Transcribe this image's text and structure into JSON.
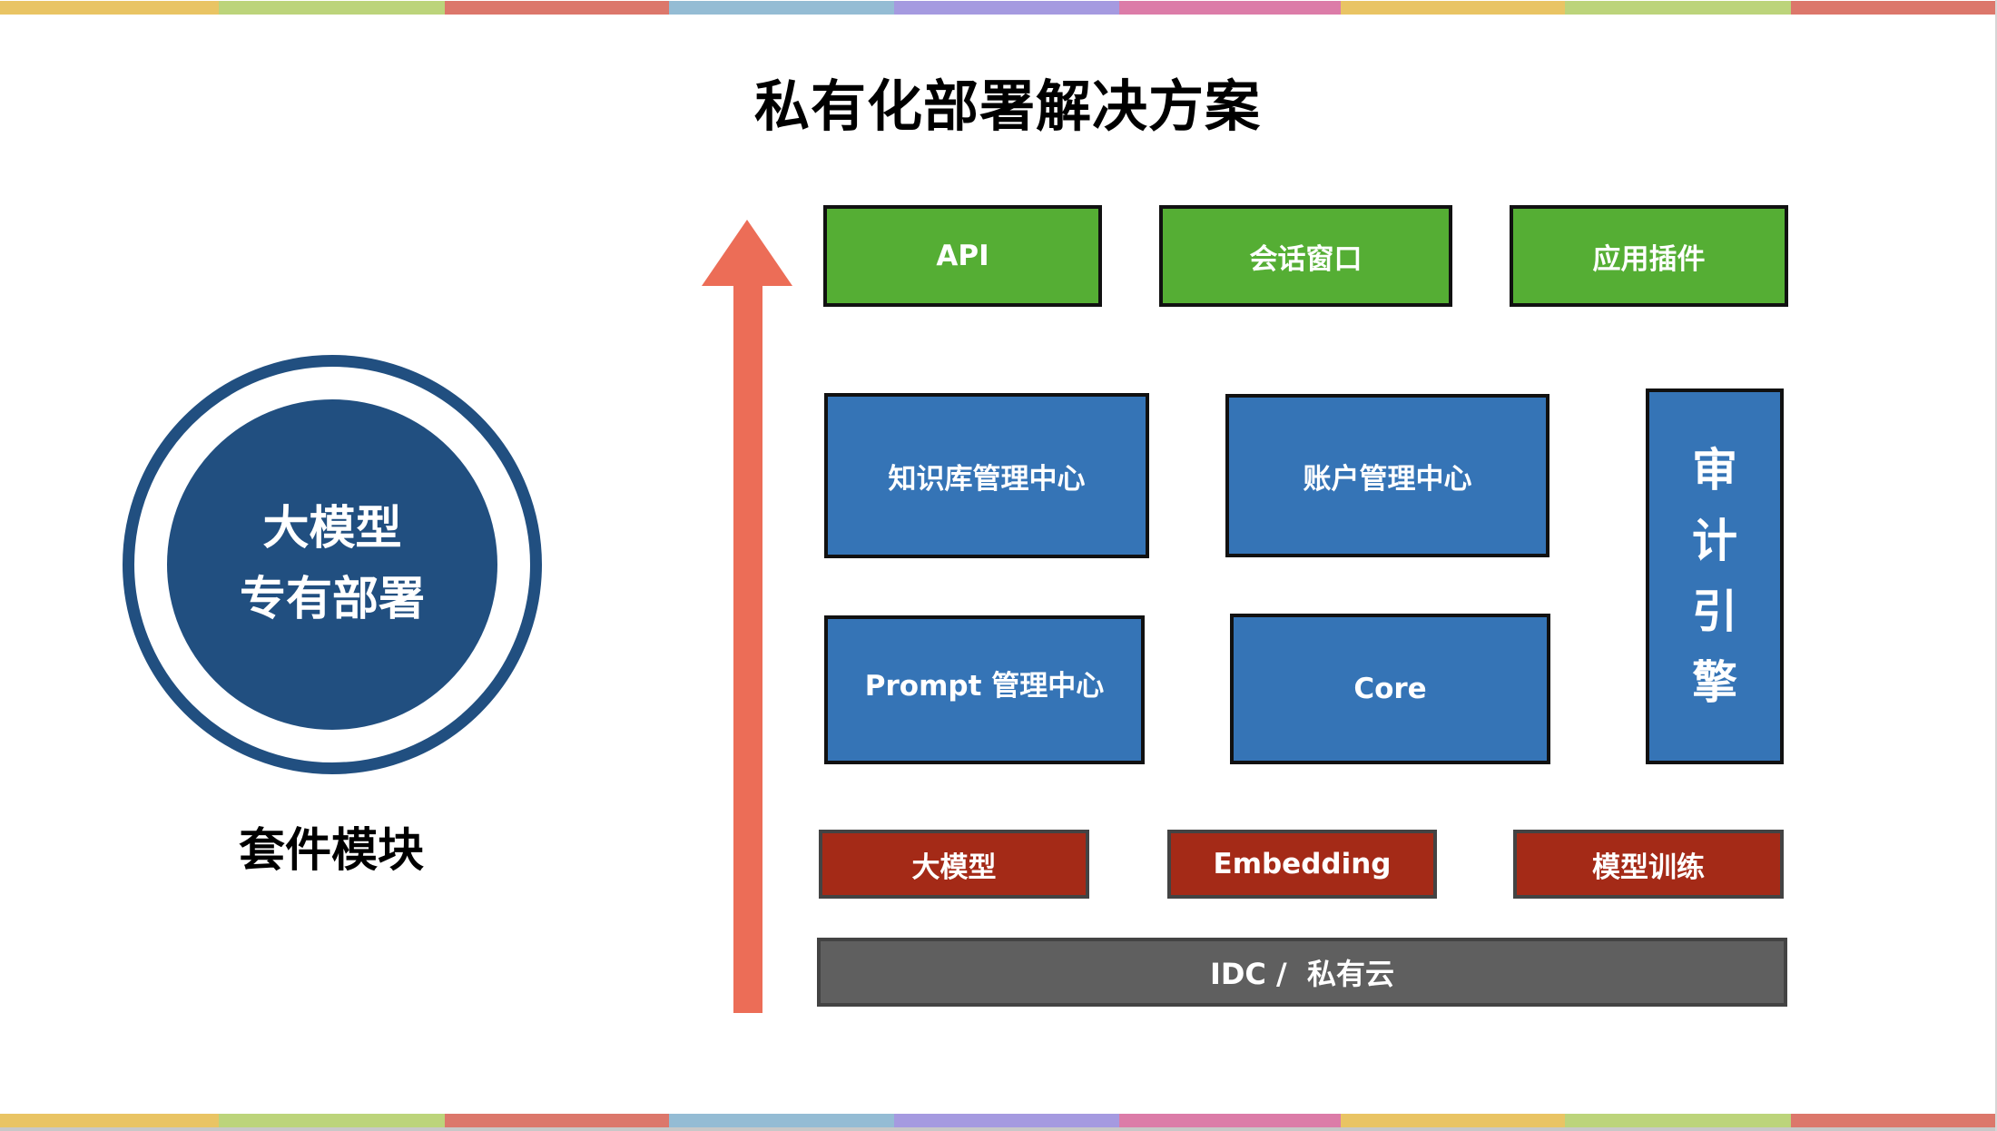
{
  "colors": {
    "strip": [
      "#e9c464",
      "#bcd47b",
      "#dc776b",
      "#94bcd4",
      "#a59ae0",
      "#dc7ca8",
      "#e9c464",
      "#bcd47b",
      "#dc776b"
    ],
    "application_layer": "#55ae34",
    "service_layer": "#3574b6",
    "model_layer": "#a42a17",
    "infra_layer": "#5f5f5f",
    "circle": "#214f80",
    "arrow": "#ec6d57"
  },
  "title": "私有化部署解决方案",
  "left_panel": {
    "circle_line1": "大模型",
    "circle_line2": "专有部署",
    "suite_label": "套件模块"
  },
  "diagram": {
    "application_layer": [
      "API",
      "会话窗口",
      "应用插件"
    ],
    "service_layer": {
      "knowledge_center": "知识库管理中心",
      "account_center": "账户管理中心",
      "prompt_center": "Prompt 管理中心",
      "core": "Core",
      "audit_engine": [
        "审",
        "计",
        "引",
        "擎"
      ]
    },
    "model_layer": [
      "大模型",
      "Embedding",
      "模型训练"
    ],
    "infra_layer": "IDC /  私有云"
  }
}
